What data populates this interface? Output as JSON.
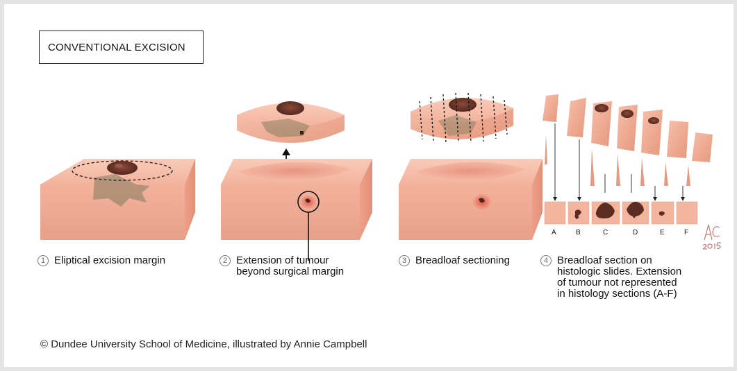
{
  "title": "CONVENTIONAL EXCISION",
  "steps": [
    {
      "number": "1",
      "lines": [
        "Eliptical excision margin"
      ]
    },
    {
      "number": "2",
      "lines": [
        "Extension of tumour",
        "beyond surgical margin"
      ]
    },
    {
      "number": "3",
      "lines": [
        "Breadloaf sectioning"
      ]
    },
    {
      "number": "4",
      "lines": [
        "Breadloaf section on",
        "histologic slides. Extension",
        "of tumour not represented",
        "in histology sections (A-F)"
      ]
    }
  ],
  "slide_labels": [
    "A",
    "B",
    "C",
    "D",
    "E",
    "F"
  ],
  "signature": "AC 2015",
  "credit": "© Dundee University School of Medicine, illustrated by Annie Campbell",
  "colors": {
    "skin": "#f2b09a",
    "tumour": "#6b3528",
    "shadow": "#7f7a5c"
  }
}
